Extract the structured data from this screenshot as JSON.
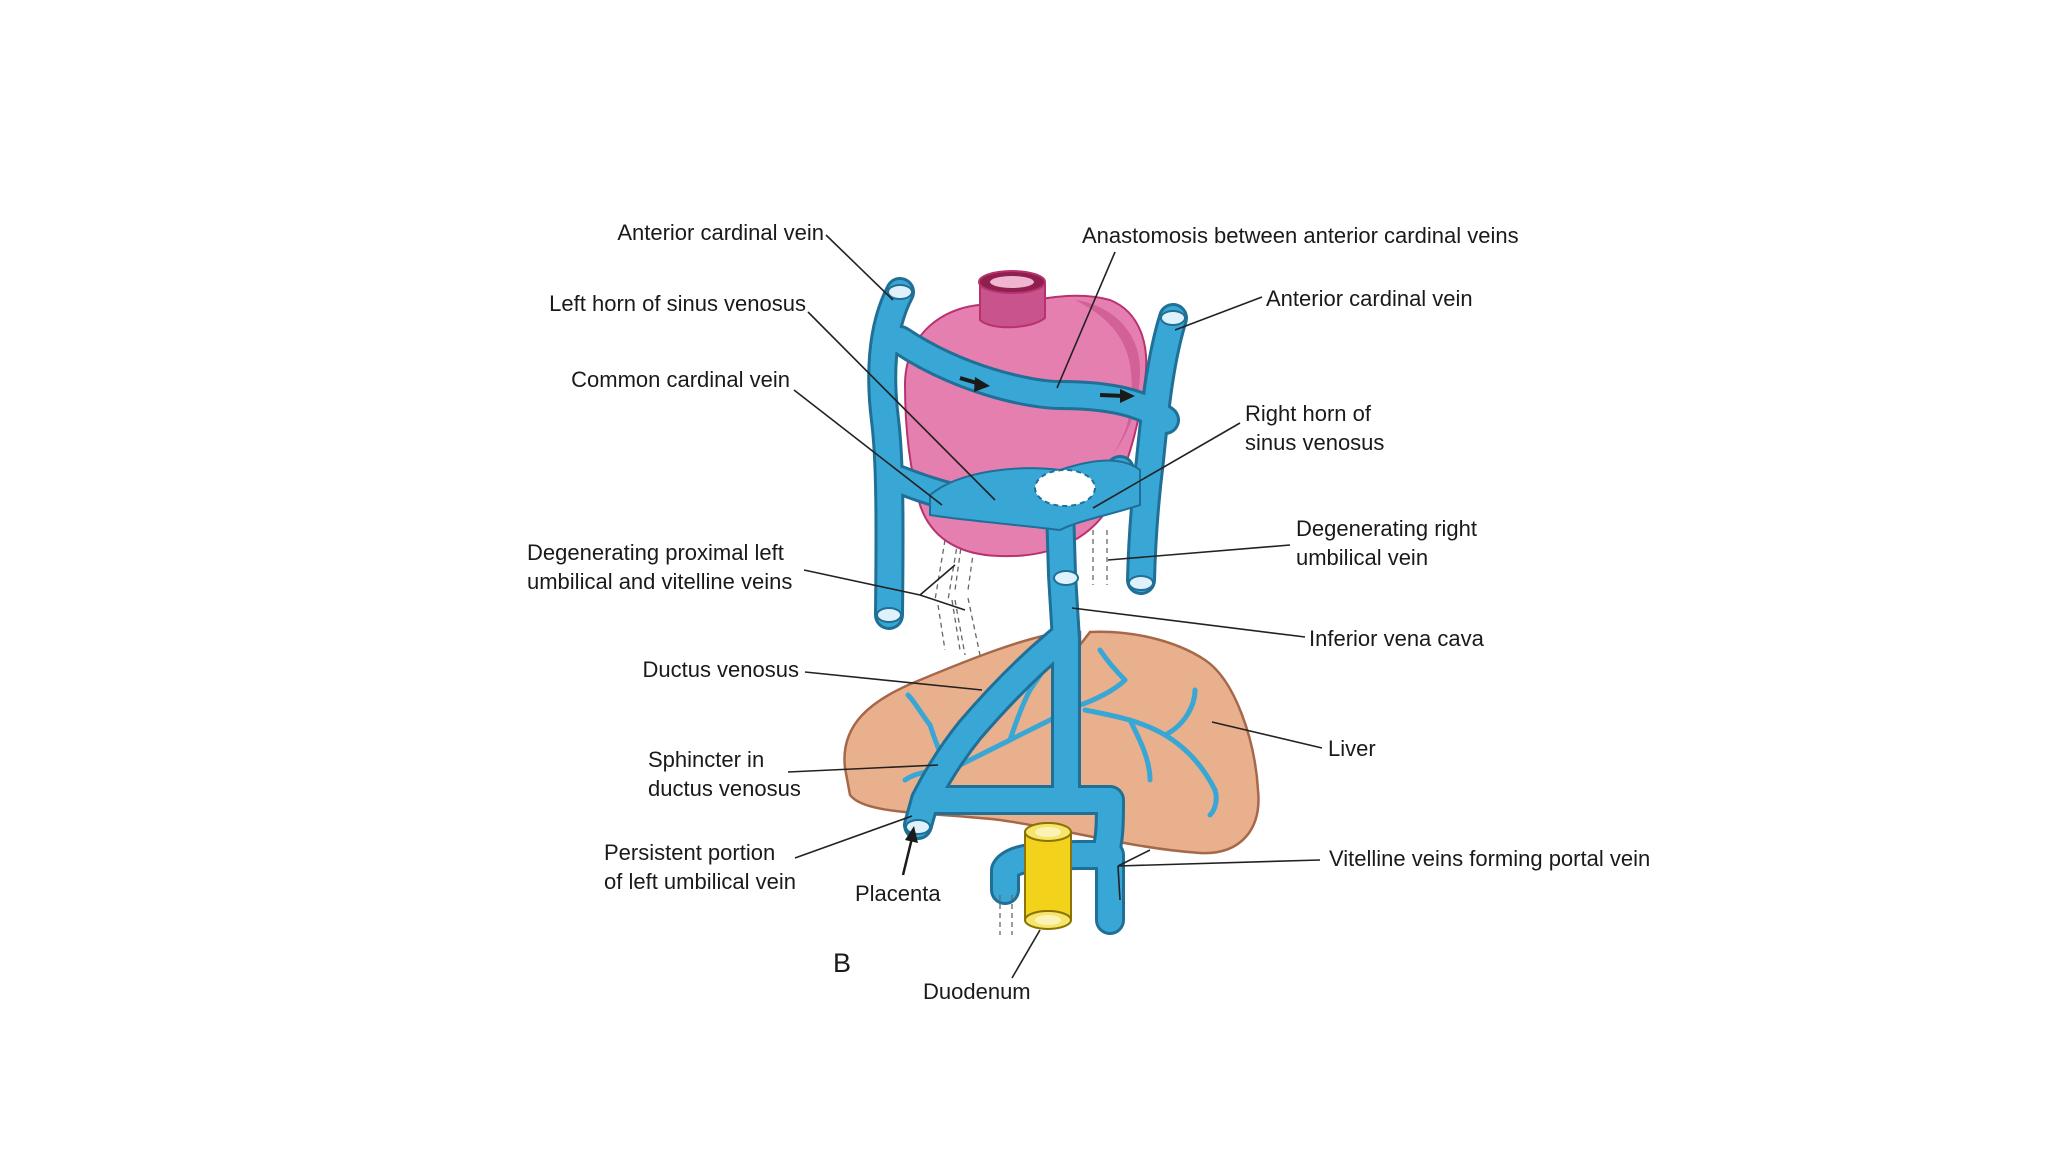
{
  "figure": {
    "panel_letter": "B",
    "labels": {
      "anterior_cardinal_vein_left": "Anterior cardinal vein",
      "left_horn": "Left horn of sinus venosus",
      "common_cardinal": "Common cardinal vein",
      "degenerating_left_1": "Degenerating proximal left",
      "degenerating_left_2": "umbilical and vitelline veins",
      "ductus_venosus": "Ductus venosus",
      "sphincter_1": "Sphincter in",
      "sphincter_2": "ductus venosus",
      "persistent_1": "Persistent portion",
      "persistent_2": "of left umbilical vein",
      "placenta": "Placenta",
      "duodenum": "Duodenum",
      "anastomosis": "Anastomosis between anterior cardinal veins",
      "anterior_cardinal_vein_right": "Anterior cardinal vein",
      "right_horn_1": "Right horn of",
      "right_horn_2": "sinus venosus",
      "degenerating_right_1": "Degenerating right",
      "degenerating_right_2": "umbilical vein",
      "ivc": "Inferior vena cava",
      "liver": "Liver",
      "vitelline_portal": "Vitelline veins forming portal vein"
    },
    "colors": {
      "vein": "#39a7d6",
      "vein_edge": "#1f6f96",
      "heart": "#e57fb0",
      "heart_dark": "#b8326e",
      "liver": "#e9b08e",
      "liver_edge": "#a7684a",
      "duodenum": "#f2d21a"
    }
  }
}
